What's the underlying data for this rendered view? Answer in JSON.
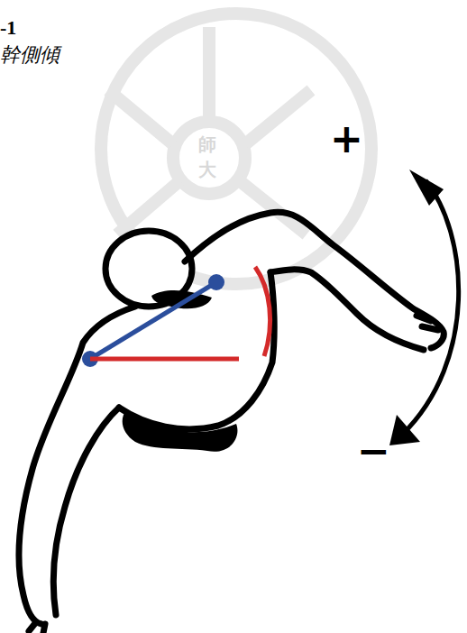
{
  "diagram": {
    "labels": [
      "-1",
      "幹側傾",
      "師",
      "大",
      "+",
      "−"
    ]
  }
}
